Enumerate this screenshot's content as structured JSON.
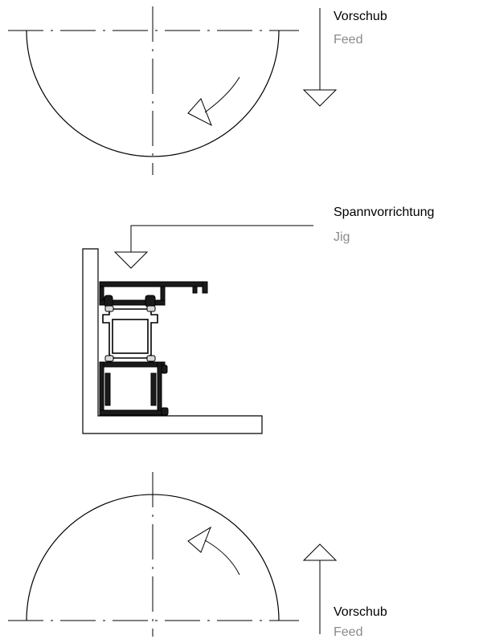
{
  "labels": {
    "top_feed_de": "Vorschub",
    "top_feed_en": "Feed",
    "jig_de": "Spannvorrichtung",
    "jig_en": "Jig",
    "bottom_feed_de": "Vorschub",
    "bottom_feed_en": "Feed"
  },
  "colors": {
    "line": "#000000",
    "translation_text": "#8a8a8a",
    "background": "#ffffff"
  }
}
